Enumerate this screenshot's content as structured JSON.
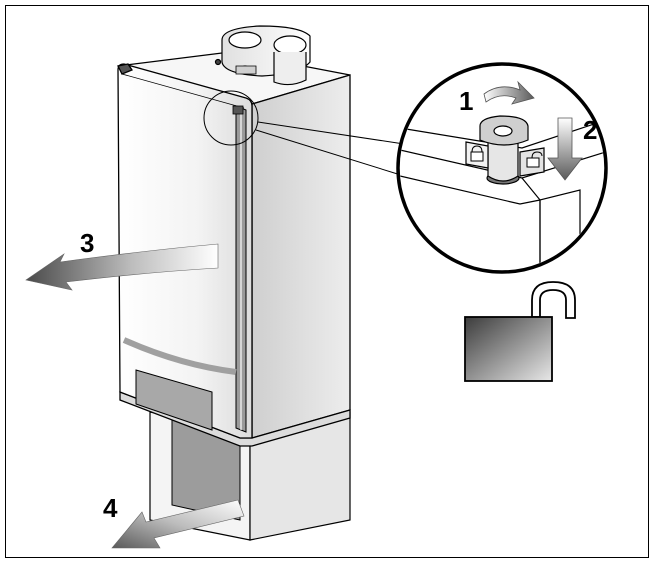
{
  "steps": [
    {
      "number": "1",
      "action": "rotate"
    },
    {
      "number": "2",
      "action": "press-down"
    },
    {
      "number": "3",
      "action": "open-front-panel"
    },
    {
      "number": "4",
      "action": "remove-lower-cover"
    }
  ],
  "colors": {
    "line": "#000000",
    "panel_dark": "#333333",
    "panel_light": "#f0f0f0",
    "grey": "#9a9a9a"
  },
  "icons": [
    "unlocked-padlock-icon",
    "lock-icon",
    "unlock-icon"
  ]
}
